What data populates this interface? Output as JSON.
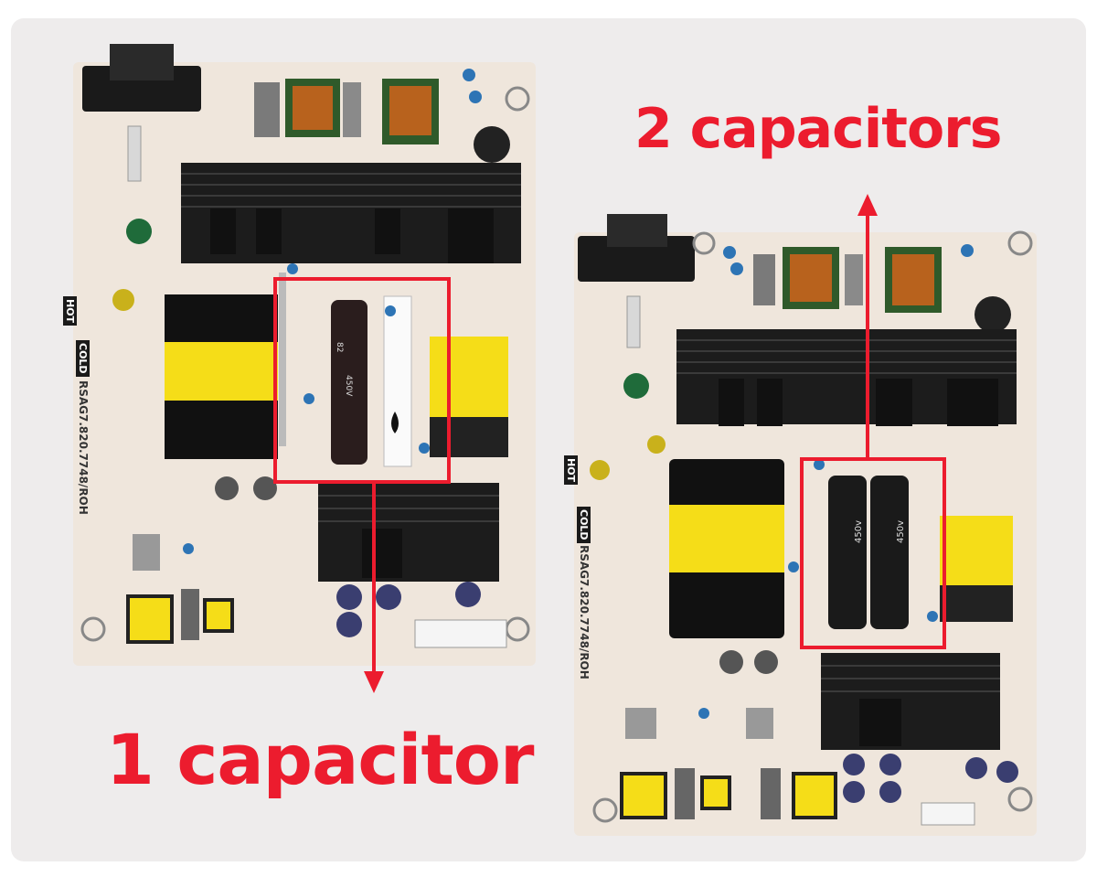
{
  "colors": {
    "highlight": "#ec1c2e",
    "pcb": "#efe6dc",
    "heatsink": "#1c1c1c",
    "transformer": "#f5dd18",
    "background": "#eeecec"
  },
  "left_board": {
    "caption": "1 capacitor",
    "side_label_hot": "HOT",
    "side_label_cold": "COLD",
    "model_code": "RSAG7.820.7748/ROH",
    "capacitor_ratings": [
      "450V",
      "82"
    ]
  },
  "right_board": {
    "caption": "2 capacitors",
    "side_label_hot": "HOT",
    "side_label_cold": "COLD",
    "model_code": "RSAG7.820.7748/ROH",
    "capacitor_ratings": [
      "450v",
      "450v"
    ]
  },
  "icons": [
    "arrow-down-icon",
    "arrow-up-icon"
  ]
}
